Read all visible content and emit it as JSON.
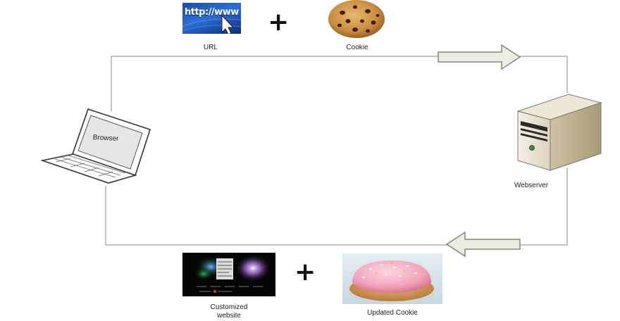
{
  "labels": {
    "url": "URL",
    "cookie": "Cookie",
    "browser": "Browser",
    "webserver": "Webserver",
    "customized_website": "Customized\nwebsite",
    "updated_cookie": "Updated Cookie",
    "plus": "+"
  },
  "url_image_text": "http://www"
}
